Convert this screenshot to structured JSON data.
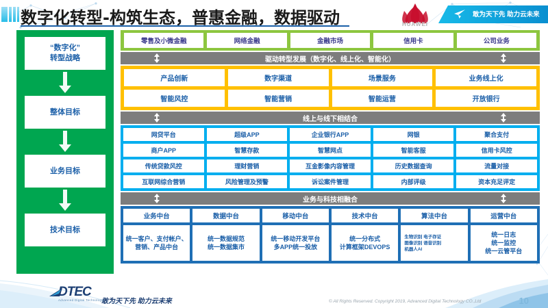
{
  "header": {
    "title": "数字化转型-构筑生态，普惠金融，数据驱动",
    "brand": "HUAWEI",
    "brand_icon": "huawei-flower-logo",
    "ribbon_text": "敢为天下先 助力云未来",
    "ribbon_icon": "paper-plane-icon",
    "accent_underline_color": "#1a5fa8"
  },
  "sidebar": {
    "bg_color": "#00a650",
    "items": [
      {
        "label": "“数字化”\n转型战略",
        "line1": "“数字化”",
        "line2": "转型战略"
      },
      {
        "label": "整体目标"
      },
      {
        "label": "业务目标"
      },
      {
        "label": "技术目标"
      }
    ],
    "arrow_icon": "down-arrow-icon"
  },
  "business_lines": {
    "bg_color": "#8dc63f",
    "items": [
      "零售及小微金融",
      "网络金融",
      "金融市场",
      "信用卡",
      "公司业务"
    ]
  },
  "sections": [
    {
      "divider_label": "驱动转型发展（数字化、线上化、智能化）",
      "divider_color": "#7d7d7d",
      "divider_icon": "up-down-arrow-icon",
      "block_color": "#ffc000",
      "rows": [
        [
          "产品创新",
          "数字渠道",
          "场景服务",
          "业务线上化"
        ],
        [
          "智能风控",
          "智能营销",
          "智能运营",
          "开放银行"
        ]
      ]
    },
    {
      "divider_label": "线上与线下相结合",
      "divider_color": "#7d7d7d",
      "divider_icon": "up-down-arrow-icon",
      "block_color": "#00aeef",
      "rows": [
        [
          "网贷平台",
          "超级APP",
          "企业银行APP",
          "网银",
          "聚合支付"
        ],
        [
          "商户APP",
          "智慧存款",
          "智慧网点",
          "智能客服",
          "信用卡风控"
        ],
        [
          "传统贷款风控",
          "理财营销",
          "互金影像内容管理",
          "历史数据查询",
          "流量对接"
        ],
        [
          "互联网综合营销",
          "风险管理及预警",
          "诉讼案件管理",
          "内部评级",
          "资本充足评定"
        ]
      ]
    }
  ],
  "platform_section": {
    "divider_label": "业务与科技相融合",
    "divider_color": "#7d7d7d",
    "divider_icon": "up-down-arrow-icon",
    "block_color": "#1f6fb5",
    "columns": [
      {
        "head": "业务中台",
        "body": "统一客户、支付帐户、营销、产品中台",
        "small": false
      },
      {
        "head": "数据中台",
        "body": "统一数据规范\n统一数据集市",
        "small": false
      },
      {
        "head": "移动中台",
        "body": "统一移动开发平台\n多APP统一投放",
        "small": false
      },
      {
        "head": "技术中台",
        "body": "统一分布式\n计算框架DEVOPS",
        "small": false
      },
      {
        "head": "算法中台",
        "body": "生物识别 电子存证\n图像识别 语音识别\n机器人AI",
        "small": true
      },
      {
        "head": "运营中台",
        "body": "统一日志\n统一监控\n统一云管平台",
        "small": false
      }
    ]
  },
  "footer": {
    "logo_text": "DTEC",
    "logo_icon": "dtec-triangle-icon",
    "logo_tagline": "Advanced Digital Technology",
    "slogan": "敢为天下先   助力云未来",
    "copyright": "© All Rights Reserved. Copyright 2019, Advanced Digital Technology CO.,Ltd",
    "page_number": "10"
  }
}
